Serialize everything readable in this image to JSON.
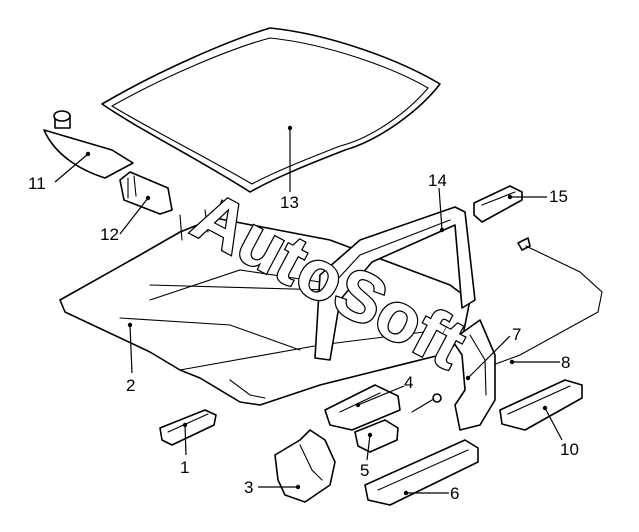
{
  "watermark": {
    "text": "AutoSoft"
  },
  "callouts": [
    {
      "id": "1",
      "label": "1"
    },
    {
      "id": "2",
      "label": "2"
    },
    {
      "id": "3",
      "label": "3"
    },
    {
      "id": "4",
      "label": "4"
    },
    {
      "id": "5",
      "label": "5"
    },
    {
      "id": "6",
      "label": "6"
    },
    {
      "id": "7",
      "label": "7"
    },
    {
      "id": "8",
      "label": "8"
    },
    {
      "id": "10",
      "label": "10"
    },
    {
      "id": "11",
      "label": "11"
    },
    {
      "id": "12",
      "label": "12"
    },
    {
      "id": "13",
      "label": "13"
    },
    {
      "id": "14",
      "label": "14"
    },
    {
      "id": "15",
      "label": "15"
    }
  ]
}
